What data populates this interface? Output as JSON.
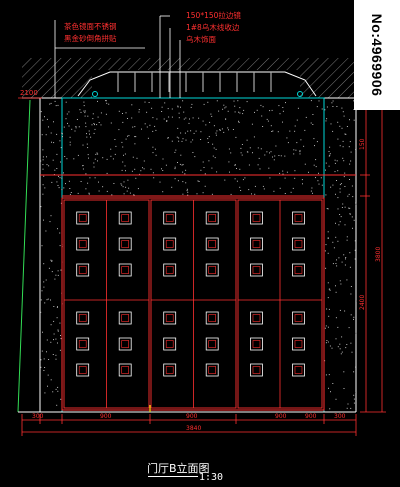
{
  "watermark": {
    "text": "No:4969906"
  },
  "title": {
    "main": "门厅B立面图",
    "scale": "1:30"
  },
  "notes_left": [
    "茶色镜面不锈钢",
    "黑金砂倒角拼贴"
  ],
  "notes_right": [
    "150*150拉边镜",
    "1#8乌木线收边",
    "乌木饰面"
  ],
  "dims_bottom": [
    "300",
    "900",
    "900",
    "900",
    "900",
    "300"
  ],
  "dim_total_bottom": "3840",
  "dims_right_inner": [
    "150",
    "2400"
  ],
  "dim_right_total": "3800",
  "dim_left_top": "2100",
  "colors": {
    "dim": "#ff2020",
    "note": "#ff3030",
    "cyan": "#00d8d8",
    "white": "#ffffff",
    "green": "#33dd55",
    "yellow": "#e8e000"
  }
}
